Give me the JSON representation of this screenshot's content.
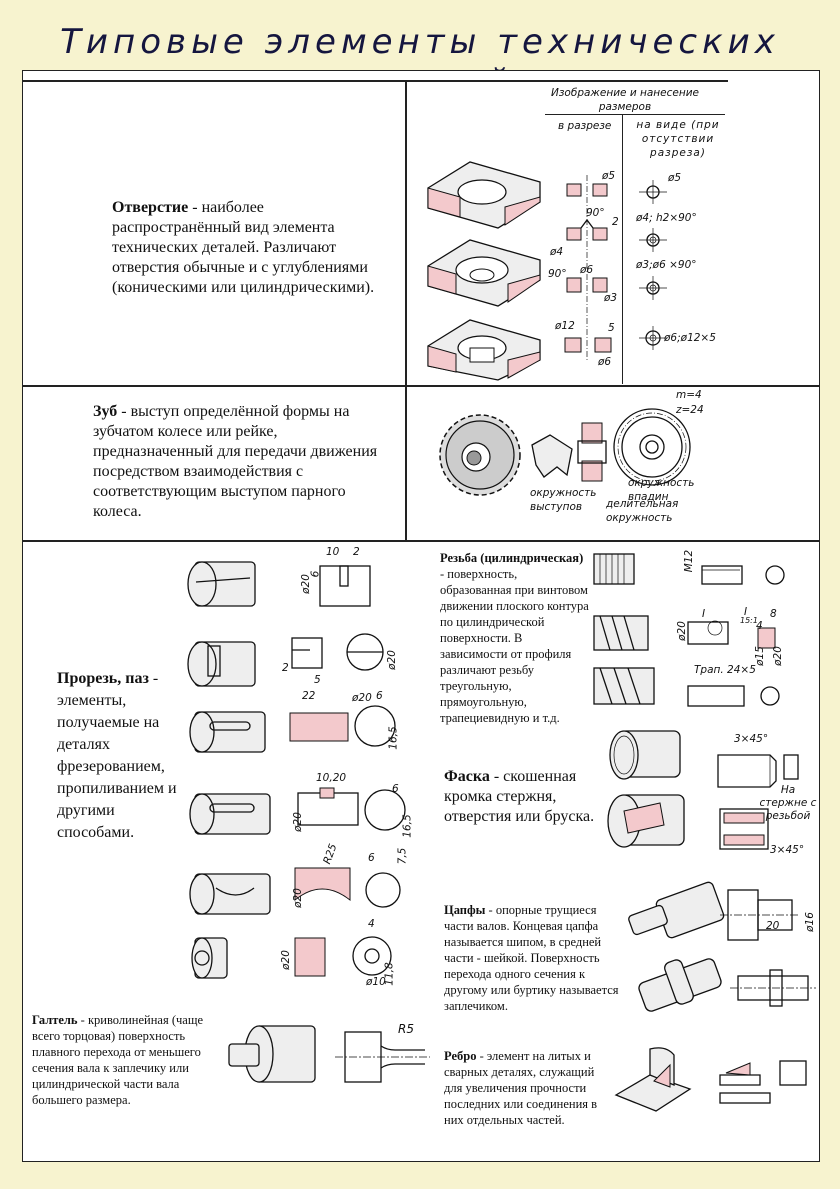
{
  "page": {
    "title": "Типовые элементы технических деталей"
  },
  "hole_section": {
    "term": "Отверстие",
    "description": " - наиболее распространённый вид элемента технических деталей. Различают отверстия обычные и с углублениями (коническими или цилиндрическими).",
    "table_header": "Изображение и нанесение размеров",
    "col_section": "в разрезе",
    "col_view": "на виде (при отсутствии разреза)",
    "dims_section": [
      "ø5",
      "90°",
      "2",
      "ø4",
      "90°",
      "ø6",
      "ø3",
      "ø12",
      "5",
      "ø6"
    ],
    "dims_view": [
      "ø5",
      "ø4; h2×90°",
      "ø3;ø6 ×90°",
      "ø6;ø12×5"
    ]
  },
  "tooth_section": {
    "term": "Зуб",
    "description": " - выступ определённой формы на зубчатом колесе или рейке, предназначенный для передачи движения посредством взаимодействия с соответствующим выступом парного колеса.",
    "params": [
      "m=4",
      "z=24"
    ],
    "labels": [
      "окружность выступов",
      "окружность впадин",
      "делительная окружность"
    ]
  },
  "slot_section": {
    "term": "Прорезь, паз",
    "description": " - элементы, получаемые на деталях фрезерованием, пропиливанием и другими способами.",
    "dims": [
      "10",
      "2",
      "ø20",
      "6",
      "2",
      "5",
      "ø20",
      "22",
      "ø20",
      "6",
      "16,5",
      "10,20",
      "6",
      "ø20",
      "16,5",
      "R25",
      "6",
      "7,5",
      "ø20",
      "4",
      "ø20",
      "ø10",
      "11,8"
    ]
  },
  "thread_section": {
    "term": "Резьба (цилиндрическая)",
    "description": "- поверхность, образованная при винтовом движении плоского контура по цилиндрической поверхности. В зависимости от профиля различают резьбу треугольную, прямоугольную, трапециевидную и т.д.",
    "dims": [
      "M12",
      "ø20",
      "I",
      "I",
      "15:1",
      "4",
      "8",
      "ø15",
      "ø20",
      "Трап. 24×5"
    ]
  },
  "chamfer_section": {
    "term": "Фаска",
    "description": " - скошенная кромка стержня, отверстия или бруска.",
    "dims": [
      "3×45°",
      "На стержне с резьбой",
      "3×45°"
    ]
  },
  "journal_section": {
    "term": "Цапфы",
    "description": " - опорные трущиеся части валов. Концевая цапфа называется шипом, в средней части - шейкой. Поверхность перехода одного сечения к другому или буртику называется заплечиком.",
    "dims": [
      "20",
      "ø16"
    ]
  },
  "fillet_section": {
    "term": "Галтель",
    "description": " - криволинейная (чаще всего торцовая) поверхность плавного перехода от меньшего сечения вала к заплечику или цилиндрической части вала большего размера.",
    "dims": [
      "R5"
    ]
  },
  "rib_section": {
    "term": "Ребро",
    "description": " - элемент на литых и сварных деталях, служащий для увеличения прочности последних или соединения в них отдельных частей."
  },
  "colors": {
    "background": "#f7f3cf",
    "hatch": "#f3c9cc",
    "title": "#15163f"
  }
}
